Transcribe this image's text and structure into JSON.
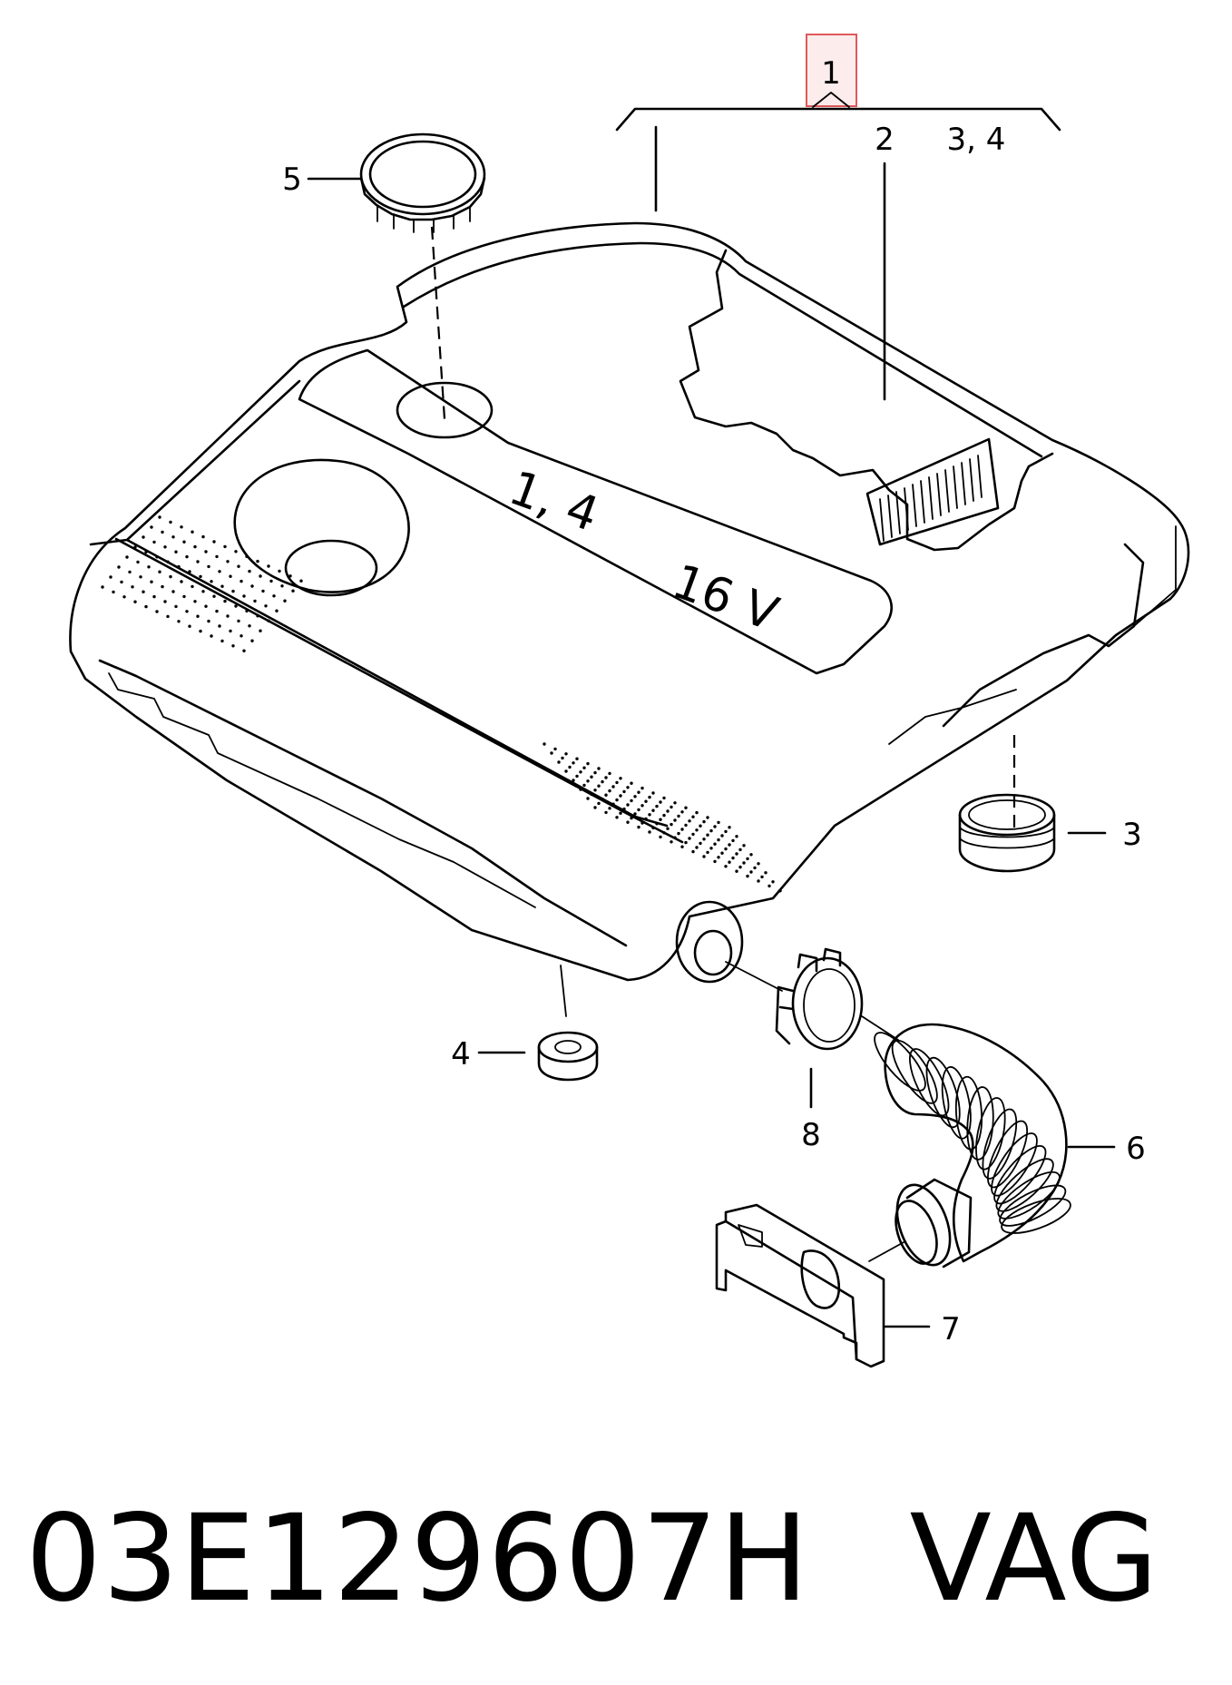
{
  "callouts": {
    "c1": "1",
    "c2": "2",
    "c34": "3,  4",
    "c3": "3",
    "c4": "4",
    "c5": "5",
    "c6": "6",
    "c7": "7",
    "c8": "8"
  },
  "emboss": {
    "displacement": "1, 4",
    "valves": "16 V"
  },
  "footer": {
    "part_number": "03E129607H",
    "brand": "VAG"
  },
  "colors": {
    "line": "#000000",
    "highlight_box": "#e0585a",
    "highlight_fill": "#fdecec"
  }
}
